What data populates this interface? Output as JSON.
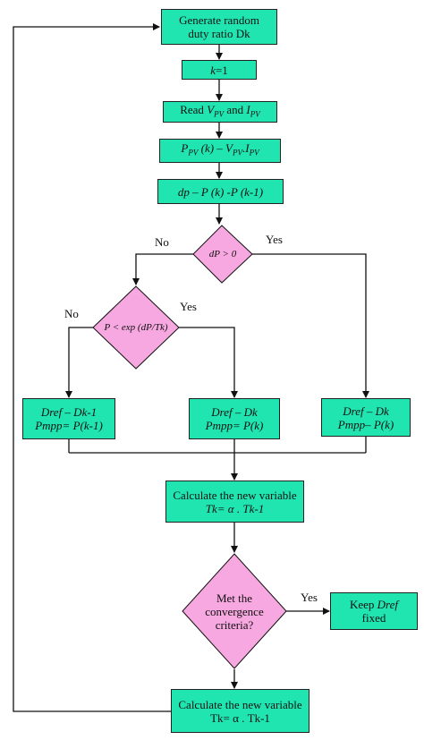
{
  "colors": {
    "box_fill": "#20e5b0",
    "diamond_fill": "#f7a8e0",
    "line": "#111111"
  },
  "nodes": {
    "generate": {
      "line1": "Generate random",
      "line2": "duty ratio Dk"
    },
    "k_init": {
      "var": "k",
      "rest": "=1"
    },
    "read": {
      "prefix": "Read ",
      "v": "V",
      "v_sub": "PV",
      "mid": " and ",
      "i": "I",
      "i_sub": "PV"
    },
    "power": {
      "p": "P",
      "p_sub": "PV",
      "eq": " (k) – ",
      "v": "V",
      "v_sub": "PV",
      "dot": ".",
      "i": "I",
      "i_sub": "PV"
    },
    "dp": {
      "text": "dp – P (k) -P (k-1)"
    },
    "dp_decision": {
      "text": "dP > 0"
    },
    "prob_decision": {
      "text": "P < exp (dP/Tk)"
    },
    "dref_prev": {
      "line1": "Dref – Dk-1",
      "line2": "Pmpp= P(k-1)"
    },
    "dref_mid": {
      "line1": "Dref – Dk",
      "line2": "Pmpp= P(k)"
    },
    "dref_right": {
      "line1": "Dref – Dk",
      "line2": "Pmpp– P(k)"
    },
    "calc1": {
      "line1": "Calculate the new variable",
      "line2": "Tk= α . Tk-1"
    },
    "converge": {
      "line1": "Met the",
      "line2": "convergence",
      "line3": "criteria?"
    },
    "keep": {
      "prefix": "Keep ",
      "var": "Dref",
      "line2": "fixed"
    },
    "calc2": {
      "line1": "Calculate the new variable",
      "line2": "Tk= α . Tk-1"
    }
  },
  "labels": {
    "no_top": "No",
    "yes_top": "Yes",
    "no_mid": "No",
    "yes_mid": "Yes",
    "yes_converge": "Yes"
  }
}
